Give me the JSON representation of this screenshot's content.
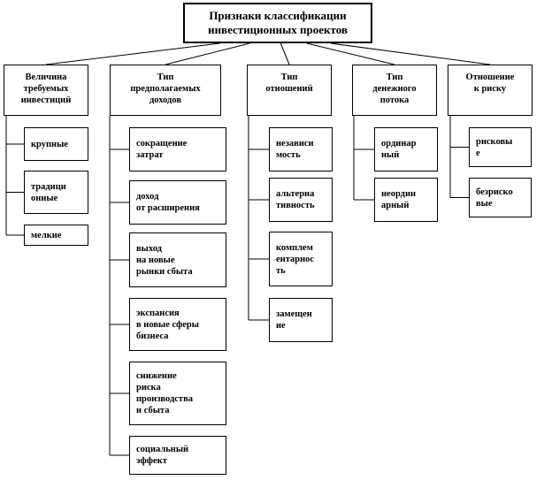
{
  "root": {
    "text": "Признаки классификации\nинвестиционных проектов"
  },
  "categories": [
    {
      "id": "investment-size",
      "title": "Величина\nтребуемых\nинвестиций",
      "items": [
        "крупные",
        "традици\nонные",
        "мелкие"
      ]
    },
    {
      "id": "income-type",
      "title": "Тип\nпредполагаемых\nдоходов",
      "items": [
        "сокращение\nзатрат",
        "доход\nот расширения",
        "выход\nна новые\nрынки сбыта",
        "экспансия\nв новые сферы\nбизнеса",
        "снижение\nриска\nпроизводства\nи сбыта",
        "социальный\nэффект"
      ]
    },
    {
      "id": "relation-type",
      "title": "Тип\nотношений",
      "items": [
        "независи\nмость",
        "альтерна\nтивность",
        "комплем\nентарнос\nть",
        "замещен\nие"
      ]
    },
    {
      "id": "cash-flow-type",
      "title": "Тип\nденежного\nпотока",
      "items": [
        "ординар\nный",
        "неордин\nарный"
      ]
    },
    {
      "id": "risk-attitude",
      "title": "Отношение\nк риску",
      "items": [
        "рисковы\nе",
        "безриско\nвые"
      ]
    }
  ]
}
